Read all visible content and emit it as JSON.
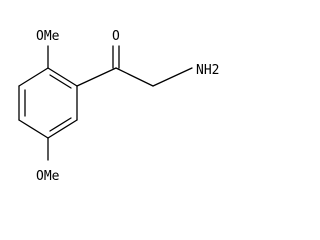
{
  "molecule": {
    "atoms": {
      "oxygen_top": "O",
      "methoxy_top": "OMe",
      "methoxy_bottom": "OMe",
      "amine": "NH",
      "amine_subscript": "2"
    },
    "colors": {
      "bond": "#000000",
      "text": "#000000",
      "background": "#ffffff"
    }
  }
}
